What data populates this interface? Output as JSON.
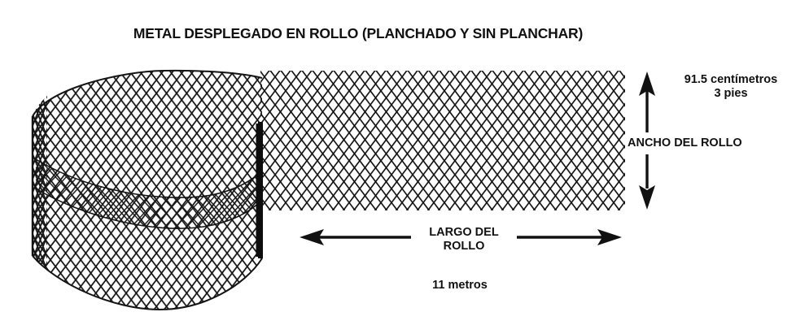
{
  "figure": {
    "title": "METAL DESPLEGADO EN ROLLO (PLANCHADO Y SIN PLANCHAR)",
    "background_color": "#ffffff",
    "ink_color": "#111111"
  },
  "labels": {
    "width_measure_line1": "91.5 centímetros",
    "width_measure_line2": "3 pies",
    "roll_width": "ANCHO DEL ROLLO",
    "roll_length_line1": "LARGO DEL",
    "roll_length_line2": "ROLLO",
    "length_measure": "11 metros"
  },
  "diagram": {
    "mesh_type": "expanded-metal-diamond-mesh",
    "coil_description": "rolled cylindrical coil of expanded metal",
    "sheet_description": "flat unrolled expanded metal sheet",
    "width_arrow": "vertical-double-headed-arrow",
    "length_arrow": "horizontal-double-headed-arrow"
  }
}
